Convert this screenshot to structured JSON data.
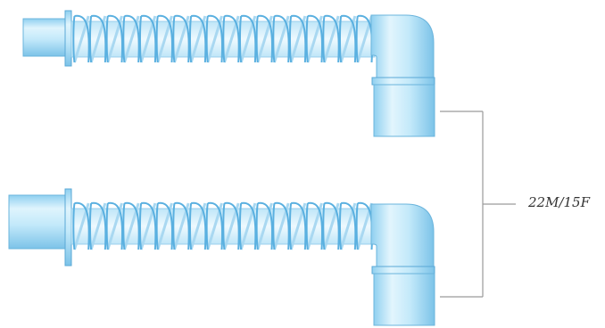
{
  "diagram": {
    "callout_label": "22M/15F"
  },
  "colors": {
    "tube_fill": "#cfeefb",
    "tube_stroke": "#6ab4dc",
    "spiral": "#5ab0e0",
    "connector_fill": "#b9e3f7",
    "bracket_line": "#9a9a9a"
  },
  "icons": [
    "corrugated-tube-assembly",
    "straight-connector",
    "elbow-connector",
    "coupling-sleeve"
  ]
}
